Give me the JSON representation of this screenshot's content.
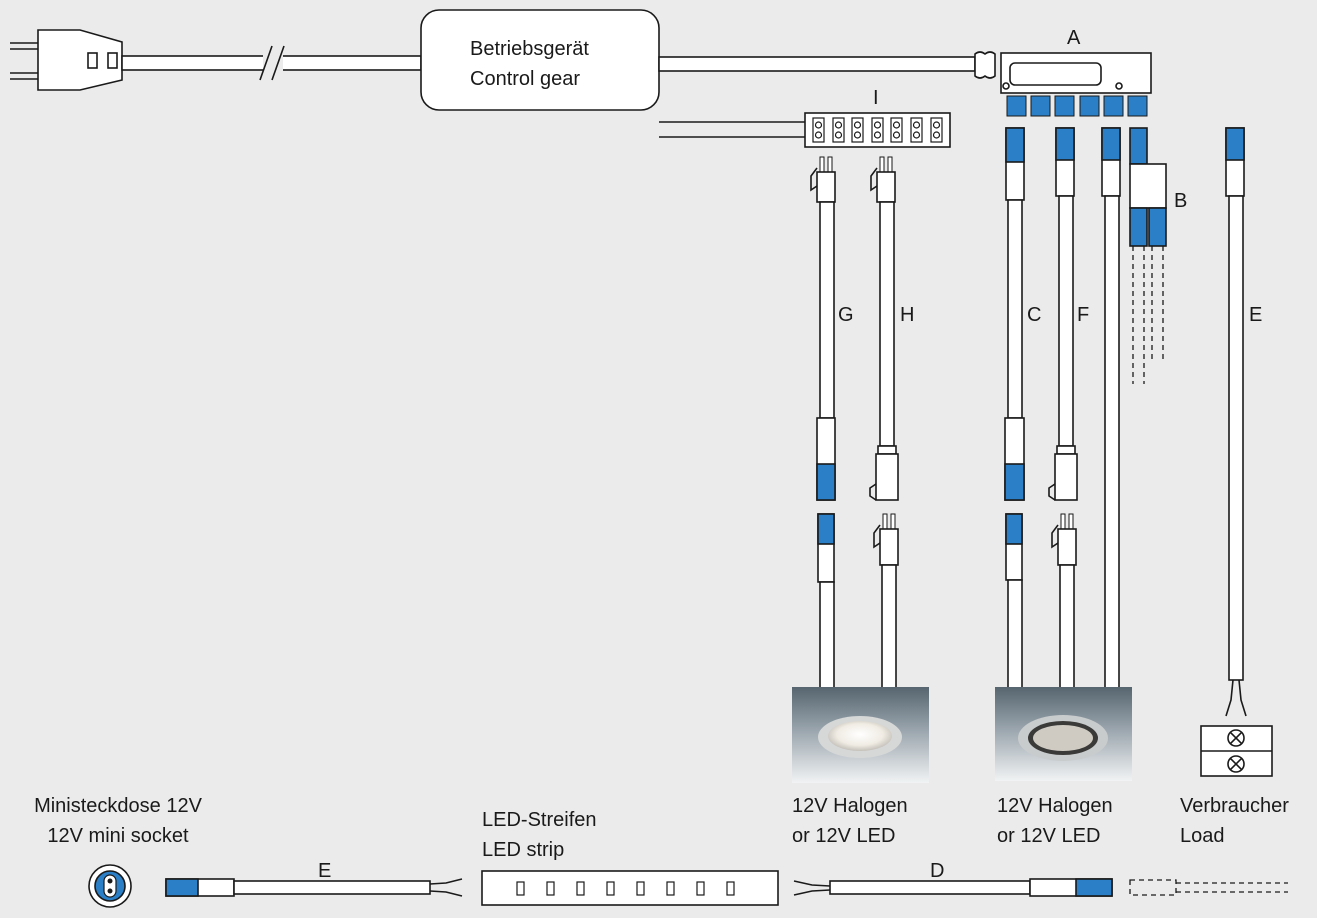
{
  "control_gear": {
    "label_de": "Betriebsgerät",
    "label_en": "Control gear"
  },
  "components": {
    "a": "A",
    "b": "B",
    "c": "C",
    "d": "D",
    "e_vertical": "E",
    "e_bottom": "E",
    "f": "F",
    "g": "G",
    "h": "H",
    "i": "I"
  },
  "lamps": [
    {
      "line1": "12V Halogen",
      "line2": "or 12V LED"
    },
    {
      "line1": "12V Halogen",
      "line2": "or 12V LED"
    }
  ],
  "load": {
    "line1": "Verbraucher",
    "line2": "Load"
  },
  "mini_socket": {
    "line1": "Ministeckdose 12V",
    "line2": "12V mini socket"
  },
  "led_strip": {
    "line1": "LED-Streifen",
    "line2": "LED strip"
  },
  "colors": {
    "background": "#ebebeb",
    "connector_blue": "#2a7fc6",
    "stroke": "#1a1a1a"
  }
}
